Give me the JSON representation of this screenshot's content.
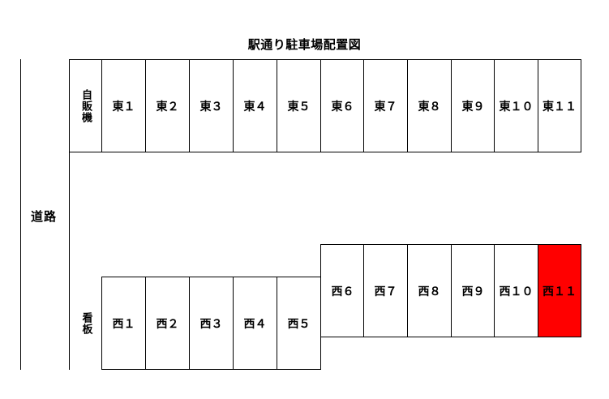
{
  "title": "駅通り駐車場配置図",
  "road_label": "道路",
  "east_row": {
    "vending_label": "自販機",
    "spaces": [
      "東１",
      "東２",
      "東３",
      "東４",
      "東５",
      "東６",
      "東７",
      "東８",
      "東９",
      "東１０",
      "東１１"
    ]
  },
  "west_row": {
    "sign_label": "看板",
    "spaces": [
      "西１",
      "西２",
      "西３",
      "西４",
      "西５",
      "西６",
      "西７",
      "西８",
      "西９",
      "西１０",
      "西１１"
    ],
    "highlighted_space": "西１１",
    "highlight_color": "#ff0000"
  }
}
